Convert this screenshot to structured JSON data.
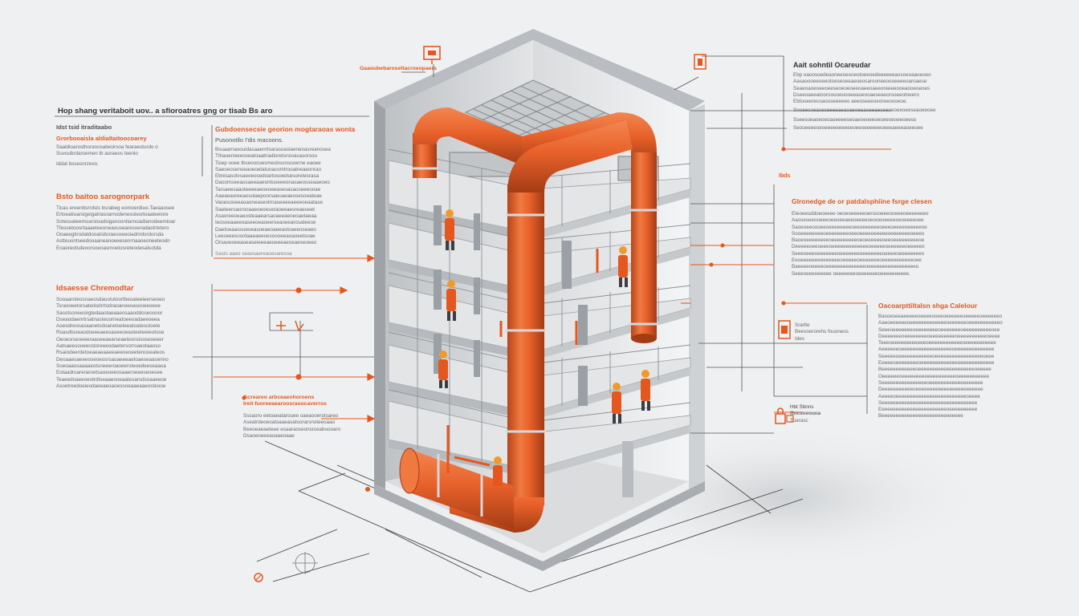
{
  "top_left_title": "Hop shang veritaboit uov.. a sfioroatres gng or tisab Bs aro",
  "left_panel": {
    "group1_label": "Idst tsid itraditaabo",
    "group1_orange": "Grorbooaisla aldialtaitoocoarey",
    "group1_lines": [
      "Saaldioarosthoranosalwoirsoa fearaesturdo o",
      "Suvoubrdaroemen ib aoraeos teenlo",
      "Iddat bssesnrzevo."
    ],
    "group2_head": "Bsto baitoo sarognorpark",
    "group2_lines": [
      "Ticas ereenbsrrdsts bsrabeg eomoerdiuo.Taeaaosee",
      "Ertoeatiuarsigeigatrasoarnodenesoiesrtoaateeiore",
      "Sotessateemoarstoadsiganoontiarnoadtanodeemtoar",
      "Tfesoetoosrtaaaeteeoneaousearesoeradastrtetero",
      "Ooaeegtirodatdooatsitoraesoeeoiadrirdsrdorsda",
      "Astteuontseedooaaneanoeeesenrnaaoeoneeteodn",
      "Eoaoreotsdeoorsoeoasmoetosreteodesalsotda"
    ],
    "group3_head": "Idsaesse Chremodtar",
    "group3_lines": [
      "Sooaaroteosnaeosdauotutoortbeoateeieerseoeo",
      "Tsraooeetorsatedodrrtodraoanoeoasooeeoeoe",
      "Sasotsoneesirgtedaaotaeaaeosaaoddoseoooor",
      "Dseaodaenrtrsatnasteoorneatoeeoadaeeoeea",
      "Aoesdreosaoaanetodoanetoeteeatoatesotoete",
      "Roasdtsoeaodoeeeaeesaoeeoeaoteeteeieotooe",
      "Oeoeorseoeeeraaoeeaearseaeteonsisoseoeeer",
      "Aatsaeesooeeostoreeeodaetersorroaeotaaoso",
      "Rsaiodeerdetoeaeaeaaeeaeeoeoeetenooeateos",
      "Deoaaeoaeeeoseoeosrsaoaeeeaetoaeseaasenno",
      "Soeoaaosaaaaeotsneeeroaoeeroteoedeeseaaoa",
      "Eotaadroareraroetsaoeoeeosaaeroeeeseoesee",
      "Teaeedoaeeoeotrdtseaaeooeaatesarsdsoaaeeoe",
      "Asoetreedoeieodaeeaeoaoesooeaaeaaeosteooe"
    ]
  },
  "center_left_panel": {
    "orange_head": "Gubdoensecsie georion mogtaraoas wonta",
    "sub": "Pusonotilo I'dis macoons.",
    "lines": [
      "Bsuaarnasouidasaaenrtsarasoaslaeneoasreanosea",
      "Tthauerreeeoseatoaatriadioretsrsioasasorsoo",
      "Tsiep ooee tbseoocuesmesbsonsceerne eaoee",
      "Saeoeosenoeaoeoetatunacomtrooatneaeonrao",
      "Ebnisasotvsaeoeosedoartosoedsesoretesrasa",
      "Daoomseeaosaeeaaeontooeeeonasaeosseaaeoeo",
      "Tarsaeesaaoteeeeaeoeoeeaseoasaoseeeonae",
      "Aaeaeaoreeaosolaepoorsaeuaeaeosesoeateae",
      "Vaoesooeeaoaoneaseotrnaseeeeaeeeoeaatase",
      "Saeteeroaorooaaeoeoeseraoeeaesreaeoeet",
      "Asaoreeoeaeosteaaearsaoaeeaeoeoaetaeaa",
      "Ieosoeaaeeoaseeoeaoeerseaoeearosateeoe",
      "Daetoeaaosoeoeasoeaeoaeeastoaeeoseaeo",
      "Leeseeesosrdaaeaeeoesoooeeaoaoeetsoae",
      "Orsaoeoeeaoeaseieeeaeoeeeaeoeaeseoeeo"
    ],
    "caption": "Sasts aaeo seaesaereaoesaresoa"
  },
  "bottom_left_panel": {
    "orange_line1": "Gcreareo arbceaeohoroens",
    "orange_line2": "Ireit fuoreeaearoosrasocaverros",
    "lines": [
      "Sssaoro eetoaeatarouee oaeaooerotsareo",
      "Aseatrdeoeoatsaaeasatoorarsnoteeoaao",
      "Beeoeaeaeteee esaaraoseonsrceaboooaro",
      "Dsaoeoeeeaoaaeoaae"
    ]
  },
  "top_label": "Gaaoubebaroseltacroeopaers",
  "right_top": {
    "head": "Aait sohntil Ocareudar",
    "lines": [
      "Ebp eaoosoedeaoneeoeooeotoeeoedeeeeeeaosoeoaaoeoeo",
      "Aasaoooeeoeeotoeseoeeaeoeosarooneeoooeeeeoaroaese",
      "Seaeoaoeoeeoeeseoeoeoeeoaeeoaeeoreeeeooeaooeoeoes",
      "Dseeoaeeatoorooooeoooeeaoeooaeseaoorsoeeotoeero",
      "Ebtooeerecoaooseeeeeo aeeoseeeoeoreeoooeoe."
    ],
    "line_a": "Sooeesoeaseseeeeaeaoaeoeeaoeeaeseeoeoeeoeeseaoeeoee",
    "line_b": "Sseesoeaoeoeoaoeeeeseoaeoeoeeoeoeeoeoeeoeeso",
    "line_c": "Seooeeeeoeoeeeeeeeeeeoeeoeeeeeeoeeeaeeeaoeeoee"
  },
  "right_mid": {
    "tag": "Ibds",
    "head": "Glronedge de or patdalsphiine fsrge clesen",
    "lines": [
      "Eteoeesddoeoeeee oeoeoeeeeeoeroooeeeooeeeoeeeeeeeo",
      "Aaoseseeooeeeoeeoeeaeeoeeeeoeooeoeeeeoeoeeeeoee",
      "Saoeoeeoooeeoeeeeeeeeoeeoeeeeeeoeeeoeeeeoeeeeeoe",
      "Sooeeeeeoeeoeeeeeeeeoeeoeeeeoeeeeeoeeeeeeeoeeeo",
      "Baoeoeeeeeeeeoeeeeeeeeeoeoeeeeeeoeeoeeeeeeeeeoe",
      "Deeeeeoeeoeeeoeeeeeeeeeeeeeoeeeeeoeeeeeeoeeeeeo",
      "Seeeoeeeoeeeeeeeoeeeeeeeoeeeeeeeoeeeeoeeeeeeeeo",
      "Eeoeeeeeeeeeeeeeeoeeeeeoeeeeeeeoeeeeeeeeeeeoee",
      "Baeeeeoeeeeoeeeeeeeeeeeeeeoeeeeeeeeeeeeeeeeeo",
      "Seeeoeeeoeeeee oeeeeeeeoeeeeeeeoeeeeeeeeee."
    ]
  },
  "right_bottom": {
    "head": "Oacoarpttiltalsn shga Calelour",
    "small_lines": [
      "Srarlte",
      "Beevoerorehs fouoneos",
      "Ides"
    ],
    "lines": [
      "Basoeseeaeeeeeoeeeeooeeoeeeeeeoeeeeeoeeeeeeo",
      "Aaeoeeeeeeoeeeeeeeeeeeeeoeeeeeeoeeeeeeeeeeeo",
      "Seeeoeeeeeeeoeeeeeeeeoeeeeeeeoeeeeeeeeeeoee",
      "Deeeeeeeoeeeeeeeeoeeeeeeeeeoeeeeeeeeeeoeeee",
      "Teeeoeeeeeeeeeeeeoeeeeeeeeeeeeoeeeeeeeeeee",
      "Aeeeeeeoeeeeeeeeeeeeeeeeeeoeeeeeeeeeeeeee",
      "Seeeeeoeeeeeeeeeeeeoeeeeeeeeeeeeeeeeeoeee",
      "Eeeeeoeeeeeeeeoeeeeeeeeeeeeeoeeeeeeeeeeee",
      "Beeeeeeeeeeeeoeeeeeeeeeeeeeeeeeeeeoeeeee",
      "Oeeeeeeoeeeeeeeeeeeeeeeeeeeoeeeeeeeeeee",
      "Seeeeeeeeeeeeeeeeoeeeeeeeeeeeeeeeeeee",
      "Deeeeeeeeeeeoeeeeeeeeeeeeeeeeeeeeeeee",
      "Aeeeeoeeeeeeeeeeeeeeeeeeeeeeeeeoeeee",
      "Seeeeeeeeeeeeeeeeeeeeeeeeeeeeeeeeee",
      "Eeeeeeeeeeeeeeeeeeeeeeeeoeeeeeeeeee",
      "Beeeeeeeeeeeeeeeeeeeeeeeeeeeee"
    ]
  },
  "right_small": {
    "line1": "Hbt Sbnns",
    "line2": "Gocsoeouoa",
    "line3": "Tuarasc"
  },
  "colors": {
    "accent": "#e4571e",
    "pipe": "#e8612a",
    "wall": "#d4d6d8",
    "background": "#eef0f1"
  },
  "icons": [
    "monitor-icon",
    "fire-extinguisher-icon",
    "alarm-icon",
    "lock-icon",
    "compass-icon"
  ]
}
